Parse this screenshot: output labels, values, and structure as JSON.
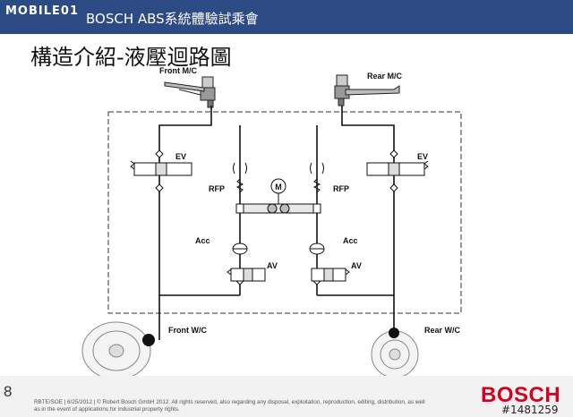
{
  "header": {
    "logo": "MOBILE01",
    "subtitle": "BOSCH ABS系統體驗試乘會"
  },
  "page_title": "構造介紹-液壓迴路圖",
  "diagram": {
    "labels": {
      "front_mc": "Front M/C",
      "rear_mc": "Rear M/C",
      "ev_left": "EV",
      "ev_right": "EV",
      "rfp_left": "RFP",
      "rfp_right": "RFP",
      "acc_left": "Acc",
      "acc_right": "Acc",
      "av_left": "AV",
      "av_right": "AV",
      "motor": "M",
      "front_wc": "Front W/C",
      "rear_wc": "Rear W/C"
    }
  },
  "footer": {
    "page_number": "8",
    "legal": "RBTE/SOE | 6/25/2012 | © Robert Bosch GmbH 2012. All rights reserved, also regarding any disposal, exploitation, reproduction, editing, distribution, as well as in the event of applications for industrial property rights.",
    "brand": "BOSCH",
    "watermark": "#1481259"
  },
  "colors": {
    "header_bg": "#2c4a84",
    "brand_red": "#d6001c"
  }
}
